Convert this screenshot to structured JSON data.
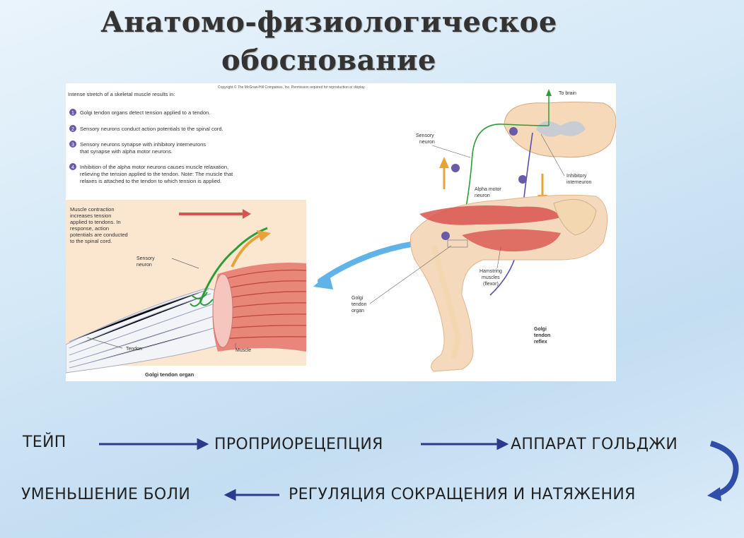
{
  "title": {
    "line1": "Анатомо-физиологическое",
    "line2": "обоснование"
  },
  "figure": {
    "copyright": "Copyright © The McGraw-Hill Companies, Inc. Permission required for reproduction or display.",
    "intro": "Intense stretch of a skeletal muscle results in:",
    "steps": [
      {
        "num": "1",
        "text": "Golgi tendon organs detect tension applied to a tendon."
      },
      {
        "num": "2",
        "text": "Sensory neurons conduct action potentials to the spinal cord."
      },
      {
        "num": "3",
        "text": "Sensory neurons synapse with inhibitory interneurons",
        "text2": "that synapse with alpha motor neurons."
      },
      {
        "num": "4",
        "text": "Inhibition of the alpha motor neurons causes muscle relaxation,",
        "text2": "relieving the tension applied to the tendon. Note: The muscle that",
        "text3": "relaxes is attached to the tendon to which tension is applied."
      }
    ],
    "inset_text": [
      "Muscle contraction",
      "increases tension",
      "applied to tendons. In",
      "response, action",
      "potentials are conducted",
      "to the spinal cord."
    ],
    "inset_labels": {
      "sensory": "Sensory",
      "sensory2": "neuron",
      "tendon": "Tendon",
      "muscle": "Muscle",
      "caption": "Golgi tendon organ"
    },
    "right_labels": {
      "to_brain": "To brain",
      "sensory": "Sensory",
      "sensory2": "neuron",
      "inhibitory": "Inhibitory",
      "inhibitory2": "interneuron",
      "alpha": "Alpha motor",
      "alpha2": "neuron",
      "hamstring": "Hamstring",
      "hamstring2": "muscles",
      "hamstring3": "(flexor)",
      "golgi": "Golgi",
      "golgi2": "tendon",
      "golgi3": "organ",
      "reflex": "Golgi",
      "reflex2": "tendon",
      "reflex3": "reflex"
    }
  },
  "flow": {
    "tape": "ТЕЙП",
    "proprio": "ПРОПРИОРЕЦЕПЦИЯ",
    "golgi": "АППАРАТ ГОЛЬДЖИ",
    "pain": "УМЕНЬШЕНИЕ БОЛИ",
    "regulation": "РЕГУЛЯЦИЯ СОКРАЩЕНИЯ И НАТЯЖЕНИЯ"
  },
  "colors": {
    "arrow": "#2b3a8c",
    "curve_arrow": "#2f4ea8",
    "muscle": "#d9534f",
    "neuron_green": "#2e9c3a",
    "neuron_purple": "#5b4fa8",
    "bone": "#f2d7b0",
    "callout_arrow": "#5fb3e8",
    "orange": "#e8a23a"
  }
}
